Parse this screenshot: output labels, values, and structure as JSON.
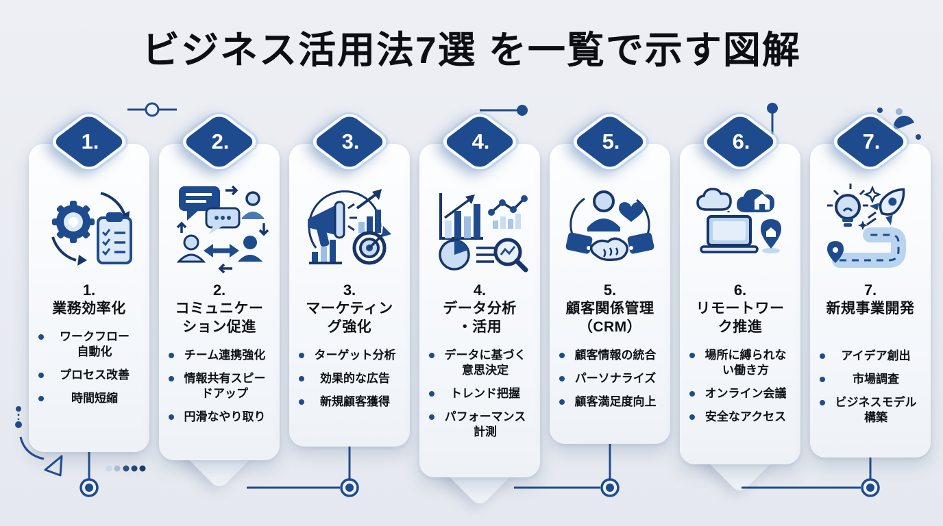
{
  "title": "ビジネス活用法7選 を一覧で示す図解",
  "colors": {
    "accent": "#1e4b8d",
    "icon_outline": "#17356b",
    "icon_light": "#c9def5",
    "background": "#e8ebf1",
    "card": "#f7fafd",
    "text": "#0e1116",
    "badge_text": "#ffffff"
  },
  "cards": [
    {
      "number": "1.",
      "title": "業務効率化",
      "icon": "gear-clipboard-icon",
      "bullets": [
        "ワークフロー\n自動化",
        "プロセス改善",
        "時間短縮"
      ]
    },
    {
      "number": "2.",
      "title": "コミュニケー\nション促進",
      "icon": "communication-icon",
      "bullets": [
        "チーム連携強化",
        "情報共有スピー\nドアップ",
        "円滑なやり取り"
      ]
    },
    {
      "number": "3.",
      "title": "マーケティン\nグ強化",
      "icon": "marketing-icon",
      "bullets": [
        "ターゲット分析",
        "効果的な広告",
        "新規顧客獲得"
      ]
    },
    {
      "number": "4.",
      "title": "データ分析\n・活用",
      "icon": "data-analytics-icon",
      "bullets": [
        "データに基づく\n意思決定",
        "トレンド把握",
        "パフォーマンス\n計測"
      ]
    },
    {
      "number": "5.",
      "title": "顧客関係管理\n（CRM）",
      "icon": "crm-handshake-icon",
      "bullets": [
        "顧客情報の統合",
        "パーソナライズ",
        "顧客満足度向上"
      ]
    },
    {
      "number": "6.",
      "title": "リモートワー\nク推進",
      "icon": "remote-work-icon",
      "bullets": [
        "場所に縛られな\nい働き方",
        "オンライン会議",
        "安全なアクセス"
      ]
    },
    {
      "number": "7.",
      "title": "新規事業開発",
      "icon": "new-business-icon",
      "bullets": [
        "アイデア創出",
        "市場調査",
        "ビジネスモデル\n構築"
      ]
    }
  ]
}
